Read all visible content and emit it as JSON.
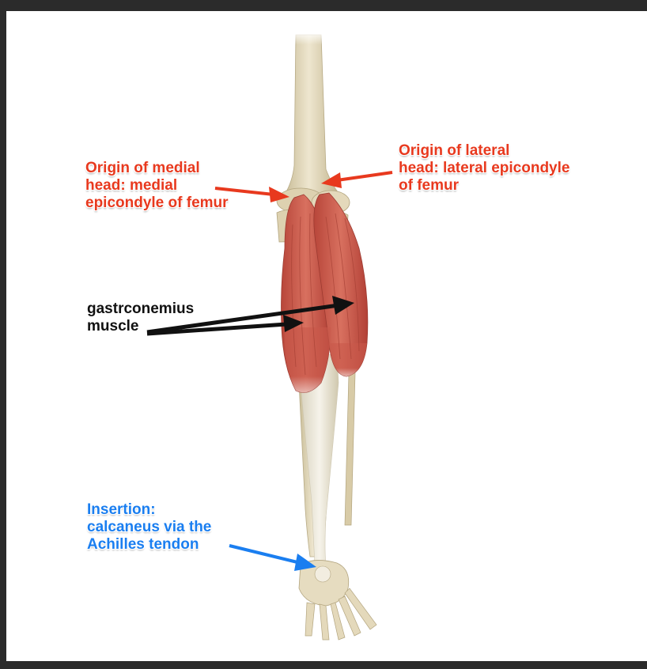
{
  "labels": {
    "medial_origin": [
      "Origin of medial",
      "head: medial",
      "epicondyle of femur"
    ],
    "lateral_origin": [
      "Origin of lateral",
      "head: lateral epicondyle",
      "of femur"
    ],
    "muscle": [
      "gastrconemius",
      "muscle"
    ],
    "insertion": [
      "Insertion:",
      "calcaneus via the",
      "Achilles tendon"
    ]
  },
  "colors": {
    "origin_label": "#e8391e",
    "muscle_label": "#111111",
    "insertion_label": "#1a7ef0",
    "muscle": "#c9584a",
    "bone": "#e6dcc0",
    "background": "#ffffff",
    "frame": "#2b2b2b"
  }
}
